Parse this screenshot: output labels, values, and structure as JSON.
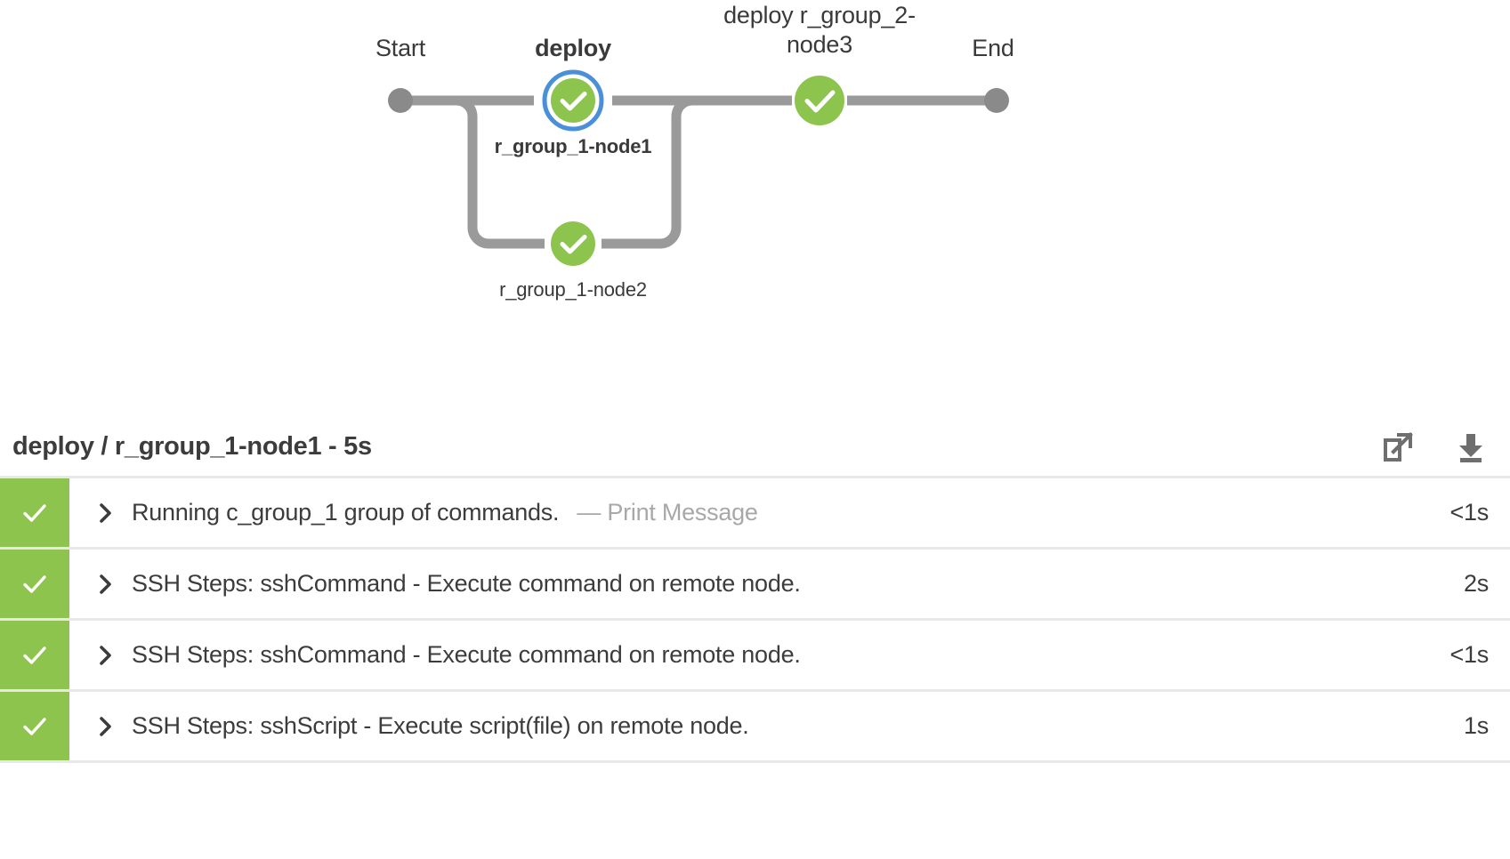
{
  "graph": {
    "accent_selected": "#4a90d9",
    "success_color": "#8dc44e",
    "edge_color": "#9a9a9a",
    "terminal_color": "#8a8a8a",
    "start_label": "Start",
    "end_label": "End",
    "stages": [
      {
        "label": "deploy",
        "bold": true
      },
      {
        "label": "deploy r_group_2-\nnode3",
        "bold": false
      }
    ],
    "nodes": [
      {
        "name": "r_group_1-node1",
        "status": "success",
        "selected": true,
        "bold": true
      },
      {
        "name": "r_group_1-node2",
        "status": "success",
        "selected": false,
        "bold": false
      },
      {
        "name": "deploy r_group_2-node3",
        "status": "success",
        "selected": false,
        "bold": false
      }
    ]
  },
  "log_panel": {
    "title": "deploy / r_group_1-node1 - 5s",
    "actions": [
      {
        "name": "open-in-new-window",
        "icon": "external-link-icon"
      },
      {
        "name": "download-logs",
        "icon": "download-icon"
      }
    ],
    "rows": [
      {
        "status": "success",
        "text": "Running c_group_1 group of commands.",
        "meta": "— Print Message",
        "duration": "<1s"
      },
      {
        "status": "success",
        "text": "SSH Steps: sshCommand - Execute command on remote node.",
        "meta": "",
        "duration": "2s"
      },
      {
        "status": "success",
        "text": "SSH Steps: sshCommand - Execute command on remote node.",
        "meta": "",
        "duration": "<1s"
      },
      {
        "status": "success",
        "text": "SSH Steps: sshScript - Execute script(file) on remote node.",
        "meta": "",
        "duration": "1s"
      }
    ]
  }
}
